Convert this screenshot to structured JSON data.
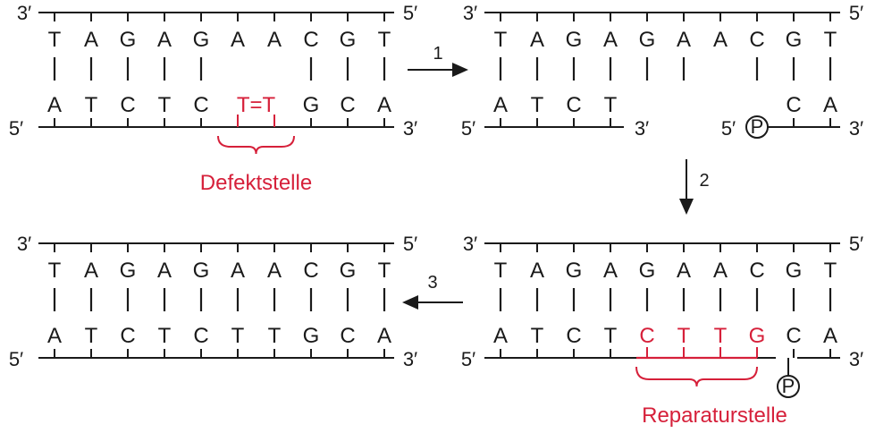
{
  "colors": {
    "ink": "#1a1a1a",
    "highlight": "#d6203a"
  },
  "labels": {
    "prime3": "3′",
    "prime5": "5′",
    "phosphate": "P",
    "step1": "1",
    "step2": "2",
    "step3": "3",
    "defect": "Defektstelle",
    "repair": "Reparaturstelle"
  },
  "panels": [
    {
      "id": "damaged",
      "top_strand": [
        "T",
        "A",
        "G",
        "A",
        "G",
        "A",
        "A",
        "C",
        "G",
        "T"
      ],
      "bottom_strand": [
        "A",
        "T",
        "C",
        "T",
        "C",
        "T",
        "=",
        "T",
        "G",
        "C",
        "A"
      ],
      "dimer_text": "T=T"
    },
    {
      "id": "excised",
      "top_strand": [
        "T",
        "A",
        "G",
        "A",
        "G",
        "A",
        "A",
        "C",
        "G",
        "T"
      ],
      "bottom_strand_left": [
        "A",
        "T",
        "C",
        "T"
      ],
      "bottom_strand_right": [
        "C",
        "A"
      ]
    },
    {
      "id": "repaired",
      "top_strand": [
        "T",
        "A",
        "G",
        "A",
        "G",
        "A",
        "A",
        "C",
        "G",
        "T"
      ],
      "bottom_strand": [
        "A",
        "T",
        "C",
        "T",
        "C",
        "T",
        "T",
        "G",
        "C",
        "A"
      ]
    },
    {
      "id": "filled",
      "top_strand": [
        "T",
        "A",
        "G",
        "A",
        "G",
        "A",
        "A",
        "C",
        "G",
        "T"
      ],
      "bottom_strand_left": [
        "A",
        "T",
        "C",
        "T"
      ],
      "bottom_strand_new": [
        "C",
        "T",
        "T",
        "G"
      ],
      "bottom_strand_right": [
        "C",
        "A"
      ]
    }
  ]
}
